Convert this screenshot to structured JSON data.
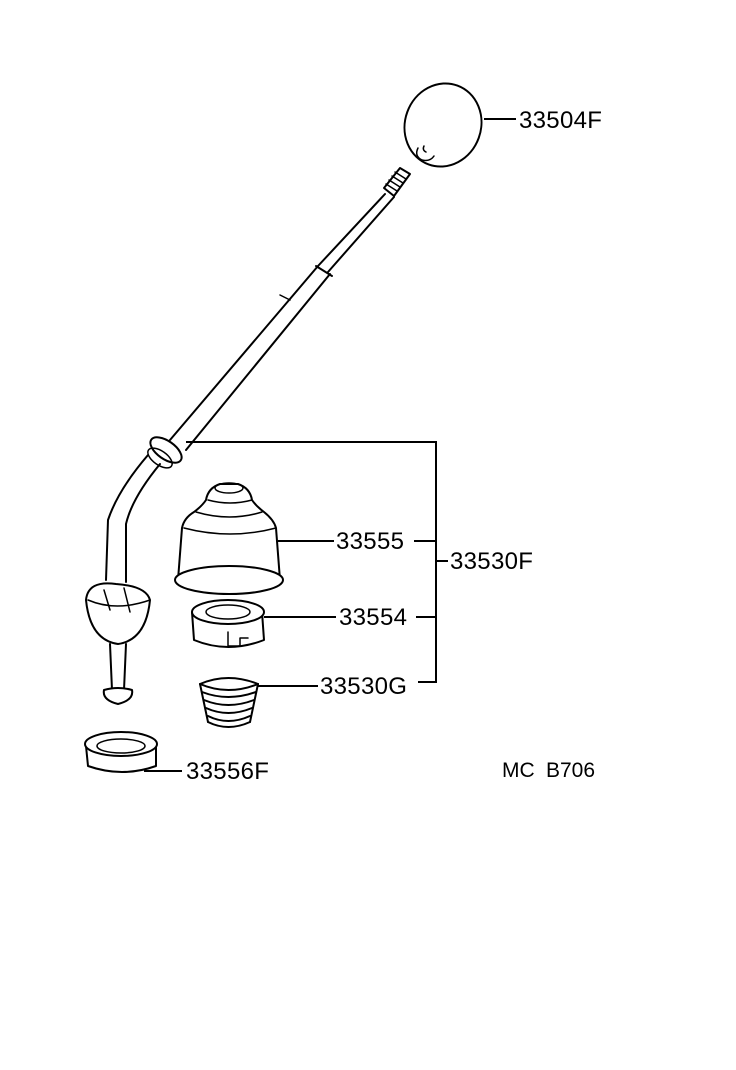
{
  "labels": {
    "knob": "33504F",
    "boot": "33555",
    "assembly": "33530F",
    "retainer": "33554",
    "spring": "33530G",
    "seat": "33556F"
  },
  "reference": {
    "code": "MC",
    "number": "B706"
  }
}
